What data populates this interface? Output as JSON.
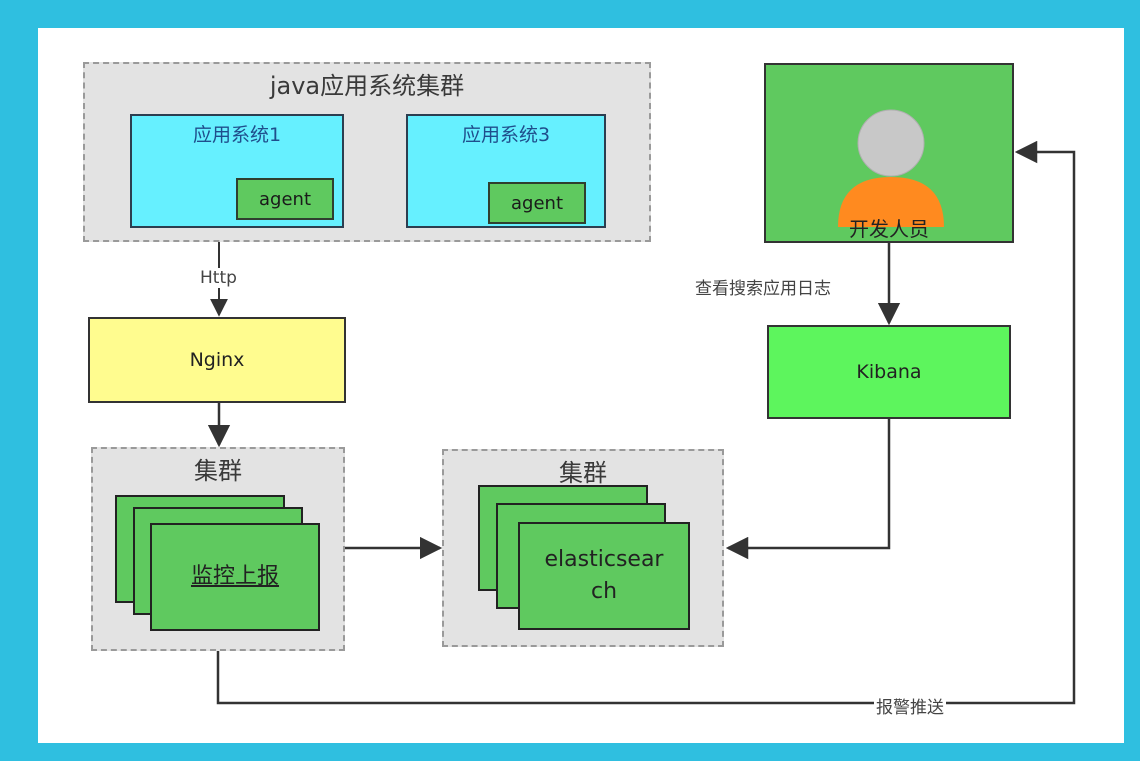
{
  "colors": {
    "background": "#2fbfe0",
    "group_fill": "#e3e3e3",
    "app_fill": "#66f0ff",
    "node_green": "#5fc95f",
    "kibana_green": "#5df55d",
    "nginx_yellow": "#fffc8f",
    "person_head": "#c8c8c8",
    "person_body": "#ff8a1f"
  },
  "java_cluster": {
    "title": "java应用系统集群",
    "app1": {
      "label": "应用系统1",
      "agent": "agent"
    },
    "app3": {
      "label": "应用系统3",
      "agent": "agent"
    }
  },
  "nginx": {
    "label": "Nginx"
  },
  "monitor_cluster": {
    "title": "集群",
    "node_label": "监控上报"
  },
  "es_cluster": {
    "title": "集群",
    "node_label_line1": "elasticsear",
    "node_label_line2": "ch"
  },
  "developer": {
    "label": "开发人员",
    "icon": "person-icon"
  },
  "kibana": {
    "label": "Kibana"
  },
  "edges": {
    "http_label": "Http",
    "search_logs_label": "查看搜索应用日志",
    "alert_push_label": "报警推送"
  }
}
